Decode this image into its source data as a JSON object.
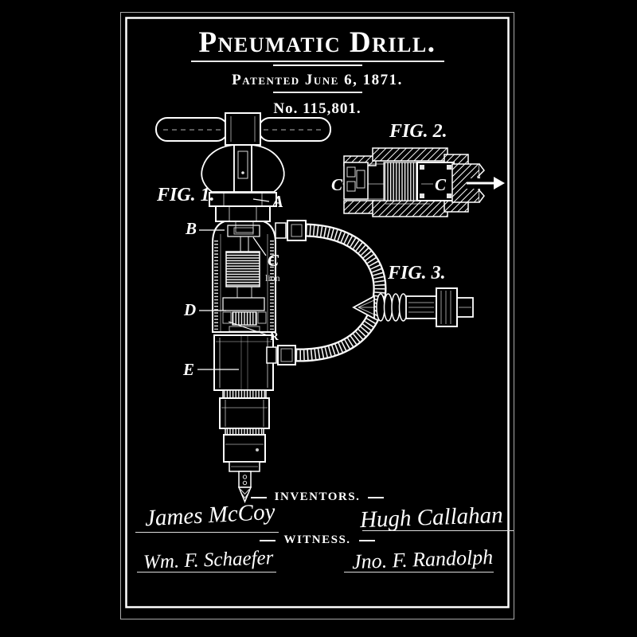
{
  "poster": {
    "title": "Pneumatic Drill.",
    "patented_line": "Patented June 6, 1871.",
    "patent_number": "No. 115,801.",
    "fig1": {
      "label": "FIG. 1.",
      "labels": {
        "a": "A",
        "b": "B",
        "c": "C",
        "d": "D",
        "e": "E",
        "r": "R",
        "partial_text": "lion"
      }
    },
    "fig2": {
      "label": "FIG. 2.",
      "c_left": "C",
      "c_center": "C"
    },
    "fig3": {
      "label": "FIG. 3."
    },
    "sig": {
      "inventors_heading": "INVENTORS.",
      "witness_heading": "WITNESS.",
      "inventor_1": "James McCoy",
      "inventor_2": "Hugh Callahan",
      "witness_1": "Wm. F. Schaefer",
      "witness_2": "Jno. F. Randolph"
    },
    "colors": {
      "background": "#000000",
      "ink": "#ffffff"
    }
  }
}
